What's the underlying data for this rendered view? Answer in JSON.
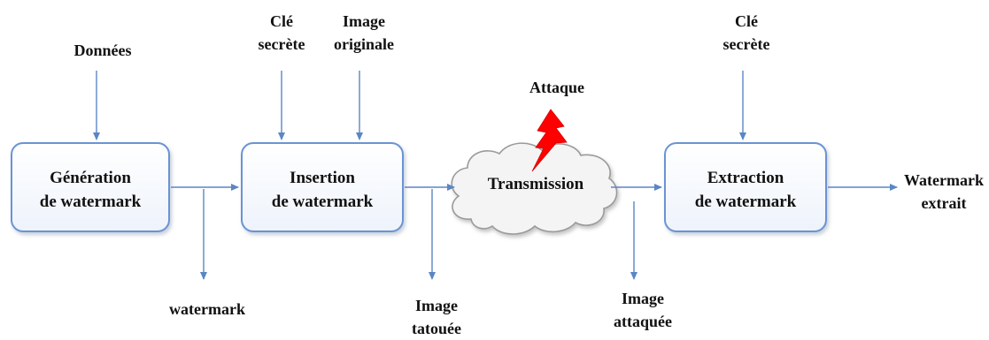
{
  "colors": {
    "arrow": "#5b86c4",
    "box_border": "#6b93d4",
    "box_fill_top": "#ffffff",
    "box_fill_bottom": "#eef3fb",
    "cloud_border": "#9a9a9a",
    "cloud_fill": "#f4f4f4",
    "lightning": "#ff0000",
    "text": "#111111"
  },
  "boxes": {
    "generation": {
      "line1": "Génération",
      "line2": "de watermark"
    },
    "insertion": {
      "line1": "Insertion",
      "line2": "de watermark"
    },
    "extraction": {
      "line1": "Extraction",
      "line2": "de watermark"
    }
  },
  "cloud": {
    "label": "Transmission"
  },
  "inputs": {
    "donnees": "Données",
    "cle_secrete_1": {
      "line1": "Clé",
      "line2": "secrète"
    },
    "image_originale": {
      "line1": "Image",
      "line2": "originale"
    },
    "attaque": "Attaque",
    "cle_secrete_2": {
      "line1": "Clé",
      "line2": "secrète"
    }
  },
  "outputs": {
    "watermark": "watermark",
    "image_tatouee": {
      "line1": "Image",
      "line2": "tatouée"
    },
    "image_attaquee": {
      "line1": "Image",
      "line2": "attaquée"
    },
    "watermark_extrait": {
      "line1": "Watermark",
      "line2": "extrait"
    }
  },
  "icons": {
    "lightning": "lightning-bolt-icon"
  }
}
